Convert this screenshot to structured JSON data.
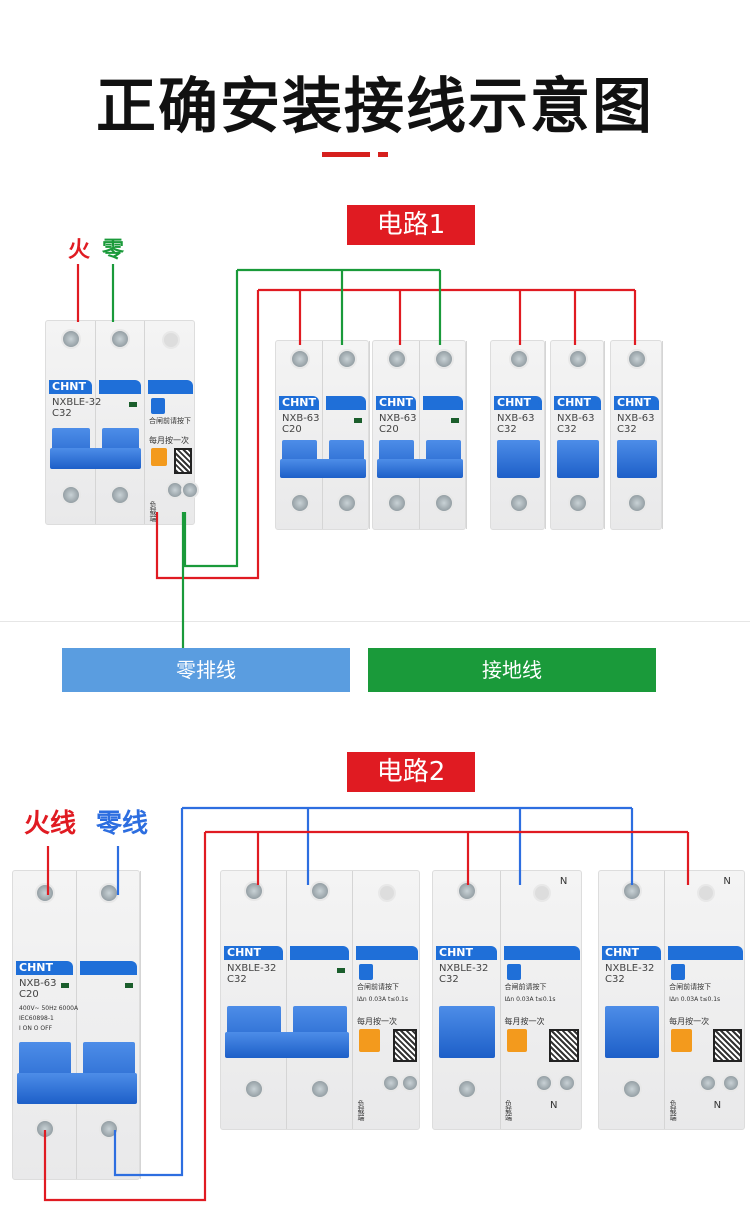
{
  "title": "正确安装接线示意图",
  "colors": {
    "red": "#e01b22",
    "green": "#1a9a3a",
    "blue": "#2d6ee0",
    "neutral_bar": "#5a9de0",
    "brand_blue": "#1f6fd8"
  },
  "circuit1": {
    "label": "电路1",
    "live": "火",
    "neutral": "零",
    "neutral_bar": "零排线",
    "ground_bar": "接地线",
    "breakers": [
      {
        "brand": "CHNT",
        "model": "NXBLE-32",
        "rating": "C32",
        "press": "合闸前请按下",
        "test": "每月按一次",
        "load": "负载端"
      },
      {
        "brand": "CHNT",
        "model": "NXB-63",
        "rating": "C20"
      },
      {
        "brand": "CHNT",
        "model": "NXB-63",
        "rating": "C20"
      },
      {
        "brand": "CHNT",
        "model": "NXB-63",
        "rating": "C32"
      },
      {
        "brand": "CHNT",
        "model": "NXB-63",
        "rating": "C32"
      },
      {
        "brand": "CHNT",
        "model": "NXB-63",
        "rating": "C32"
      }
    ]
  },
  "circuit2": {
    "label": "电路2",
    "live": "火线",
    "neutral": "零线",
    "breakers": [
      {
        "brand": "CHNT",
        "model": "NXB-63",
        "rating": "C20",
        "spec": "400V~ 50Hz 6000A",
        "std": "IEC60898-1",
        "on_off": "I ON O OFF"
      },
      {
        "brand": "CHNT",
        "model": "NXBLE-32",
        "rating": "C32",
        "press": "合闸前请按下",
        "test": "每月按一次",
        "load": "负载端",
        "spec": "IΔn 0.03A t≤0.1s"
      },
      {
        "brand": "CHNT",
        "model": "NXBLE-32",
        "rating": "C32",
        "press": "合闸前请按下",
        "test": "每月按一次",
        "load": "负载端",
        "spec": "IΔn 0.03A t≤0.1s",
        "n": "N"
      },
      {
        "brand": "CHNT",
        "model": "NXBLE-32",
        "rating": "C32",
        "press": "合闸前请按下",
        "test": "每月按一次",
        "load": "负载端",
        "spec": "IΔn 0.03A t≤0.1s",
        "n": "N"
      }
    ]
  }
}
